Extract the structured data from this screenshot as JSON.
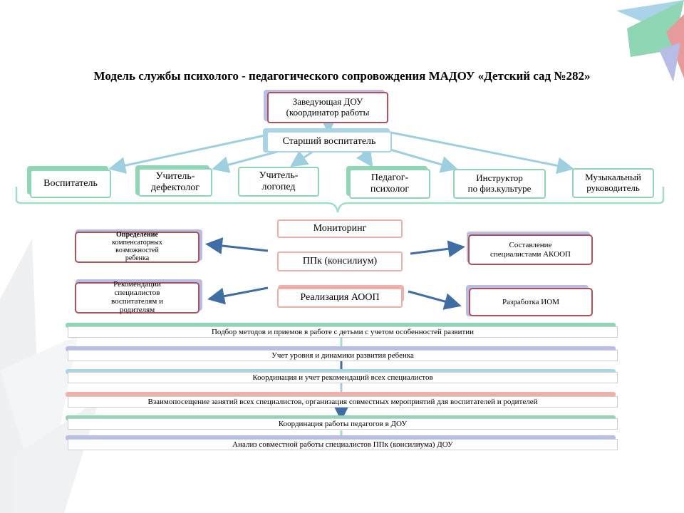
{
  "title": "Модель службы психолого - педагогического сопровождения МАДОУ «Детский сад №282»",
  "head": {
    "line1": "Заведующая ДОУ",
    "line2": "(координатор работы"
  },
  "senior": "Старший воспитатель",
  "specialists": [
    {
      "line1": "Воспитатель",
      "line2": ""
    },
    {
      "line1": "Учитель-",
      "line2": "дефектолог"
    },
    {
      "line1": "Учитель-",
      "line2": "логопед"
    },
    {
      "line1": "Педагог-",
      "line2": "психолог"
    },
    {
      "line1": "Инструктор",
      "line2": "по физ.культуре"
    },
    {
      "line1": "Музыкальный",
      "line2": "руководитель"
    }
  ],
  "center": {
    "monitoring": "Мониторинг",
    "ppk": "ППк (консилиум)",
    "realization": "Реализация АООП"
  },
  "left": {
    "comp": [
      "Определение",
      "компенсаторных",
      "возможностей",
      "ребенка"
    ],
    "recs": [
      "Рекомендации",
      "специалистов",
      "воспитателям и",
      "родителям"
    ]
  },
  "right": {
    "akoop": [
      "Составление",
      "специалистами АКООП"
    ],
    "iom": "Разработка ИОМ"
  },
  "bars": [
    "Подбор методов и приемов в работе с детьми с учетом особенностей развитии",
    "Учет уровня и динамики развития ребенка",
    "Координация и учет рекомендаций всех специалистов",
    "Взаимопосещение занятий всех специалистов, организация совместных мероприятий для воспитателей и родителей",
    "Координация работы педагогов в ДОУ",
    "Анализ совместной работы специалистов ППк (консилиума) ДОУ"
  ]
}
